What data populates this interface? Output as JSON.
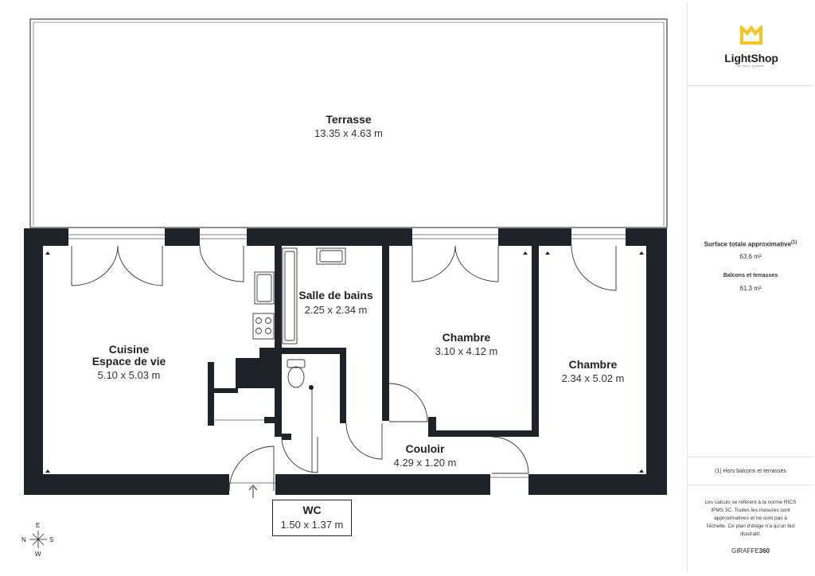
{
  "rooms": {
    "terrasse": {
      "name": "Terrasse",
      "dims": "13.35 x 4.63 m"
    },
    "cuisine": {
      "name_line1": "Cuisine",
      "name_line2": "Espace de vie",
      "dims": "5.10 x 5.03 m"
    },
    "salle_de_bains": {
      "name": "Salle de bains",
      "dims": "2.25 x 2.34 m"
    },
    "chambre1": {
      "name": "Chambre",
      "dims": "3.10 x 4.12 m"
    },
    "chambre2": {
      "name": "Chambre",
      "dims": "2.34 x 5.02 m"
    },
    "couloir": {
      "name": "Couloir",
      "dims": "4.29 x 1.20 m"
    },
    "wc": {
      "name": "WC",
      "dims": "1.50 x 1.37 m"
    }
  },
  "compass": {
    "north": "N",
    "south": "S",
    "east": "E",
    "west": "W"
  },
  "sidebar": {
    "logo_name": "LightShop",
    "logo_sub": "BY WALL MARKET",
    "surface_label": "Surface totale approximative",
    "surface_note_mark": "(1)",
    "surface_value": "63.6 m²",
    "balcons_label": "Balcons et terrasses",
    "balcons_value": "61.3 m²",
    "footnote": "(1) Hors balcons et terrasses",
    "disclaimer_1": "Les calculs se réfèrent à la norme RICS",
    "disclaimer_2": "IPMS 3C. Toutes les mesures sont",
    "disclaimer_3": "approximatives et ne sont pas à",
    "disclaimer_4": "l'échelle. Ce plan d'étage n'a qu'un but",
    "disclaimer_5": "illustratif.",
    "brand_regular": "GIRAFFE",
    "brand_bold": "360"
  },
  "colors": {
    "wall": "#1e2329",
    "accent": "#f5c518",
    "text": "#222222"
  }
}
